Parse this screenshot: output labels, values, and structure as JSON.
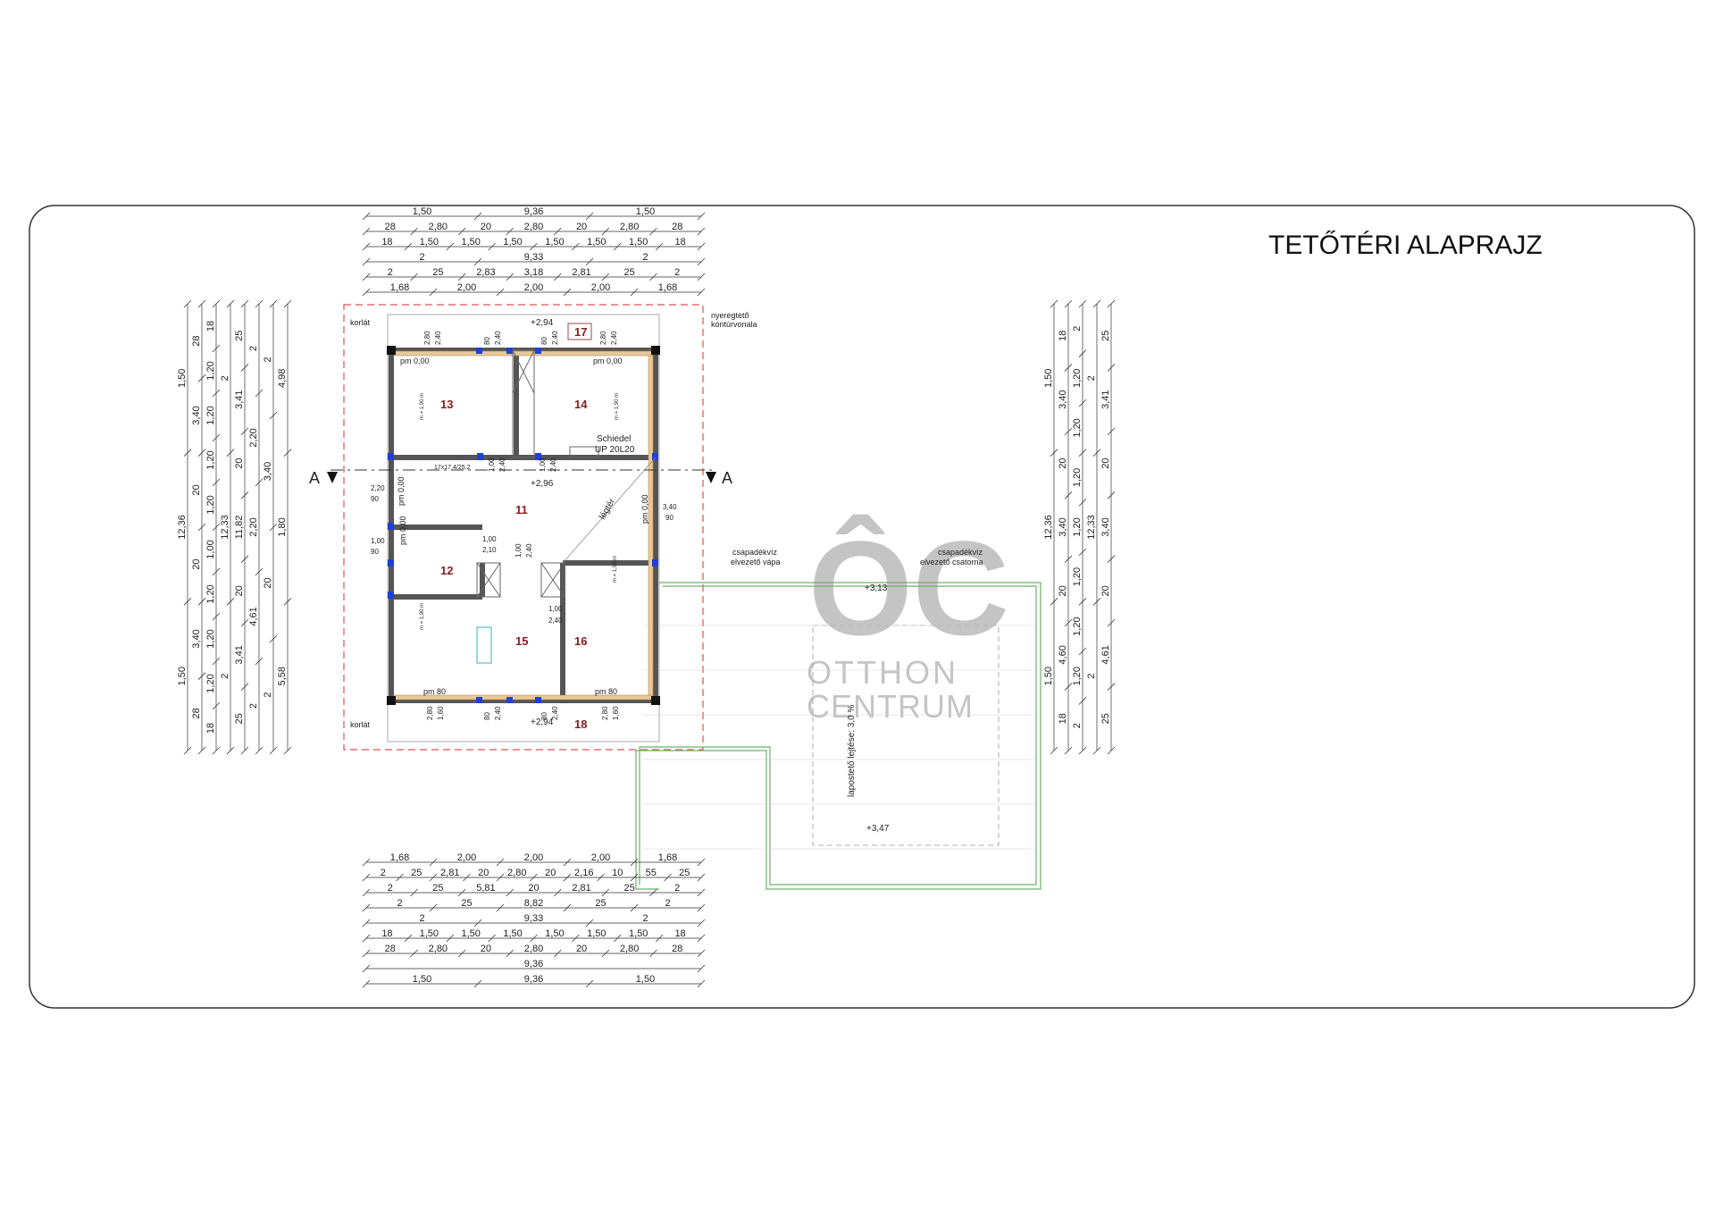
{
  "title": "TETŐTÉRI ALAPRAJZ",
  "watermark": {
    "logo": "ÔC",
    "line1": "OTTHON",
    "line2": "CENTRUM"
  },
  "rooms": [
    "13",
    "14",
    "17",
    "11",
    "12",
    "15",
    "16",
    "18"
  ],
  "labels": {
    "korlat": "korlát",
    "nyereg1": "nyeregtető",
    "nyereg2": "kontúrvonala",
    "schiedel1": "Schiedel",
    "schiedel2": "UP 20L20",
    "legter": "légtér",
    "vapa1": "csapadékvíz",
    "vapa2": "elvezető vápa",
    "csatorna1": "csapadékvíz",
    "csatorna2": "elvezető csatorna",
    "lejtes": "lapostető lejtése: 3,0 %",
    "section": "A",
    "flue": "17x17,4/25,2",
    "h_294": "+2,94",
    "h_296": "+2,96",
    "h_313": "+3,13",
    "h_347": "+3,47",
    "pm000": "pm 0,00",
    "pm80": "pm 80",
    "m190": "m = 1,90 m"
  },
  "dims_top": [
    [
      "1,50",
      "9,36",
      "1,50"
    ],
    [
      "28",
      "2,80",
      "20",
      "2,80",
      "20",
      "2,80",
      "28"
    ],
    [
      "18",
      "1,50",
      "1,50",
      "1,50",
      "1,50",
      "1,50",
      "1,50",
      "18"
    ],
    [
      "2",
      "9,33",
      "2"
    ],
    [
      "2",
      "25",
      "2,83",
      "3,18",
      "2,81",
      "25",
      "2"
    ],
    [
      "1,68",
      "2,00",
      "2,00",
      "2,00",
      "1,68"
    ]
  ],
  "dims_bottom": [
    [
      "1,68",
      "2,00",
      "2,00",
      "2,00",
      "1,68"
    ],
    [
      "2",
      "25",
      "2,81",
      "20",
      "2,80",
      "20",
      "2,16",
      "10",
      "55",
      "25"
    ],
    [
      "2",
      "25",
      "5,81",
      "20",
      "2,81",
      "25",
      "2"
    ],
    [
      "2",
      "25",
      "8,82",
      "25",
      "2"
    ],
    [
      "2",
      "9,33",
      "2"
    ],
    [
      "18",
      "1,50",
      "1,50",
      "1,50",
      "1,50",
      "1,50",
      "1,50",
      "18"
    ],
    [
      "28",
      "2,80",
      "20",
      "2,80",
      "20",
      "2,80",
      "28"
    ],
    [
      "9,36"
    ],
    [
      "1,50",
      "9,36",
      "1,50"
    ]
  ],
  "dims_left": [
    [
      "1,50",
      "12,36",
      "1,50"
    ],
    [
      "28",
      "3,40",
      "20",
      "20",
      "3,40",
      "28"
    ],
    [
      "18",
      "1,20",
      "1,20",
      "1,20",
      "1,20",
      "1,00",
      "1,20",
      "1,20",
      "1,20",
      "18"
    ],
    [
      "2",
      "12,33",
      "2"
    ],
    [
      "25",
      "3,41",
      "20",
      "11,82",
      "20",
      "3,41",
      "25"
    ],
    [
      "2",
      "2,20",
      "2,20",
      "4,61",
      "2"
    ],
    [
      "2",
      "3,40",
      "20",
      "2"
    ],
    [
      "4,98",
      "1,80",
      "5,58"
    ]
  ],
  "dims_right": [
    [
      "1,50",
      "12,36",
      "1,50"
    ],
    [
      "18",
      "3,40",
      "20",
      "3,40",
      "20",
      "4,60",
      "18"
    ],
    [
      "2",
      "1,20",
      "1,20",
      "1,20",
      "1,20",
      "1,20",
      "1,20",
      "1,20",
      "2"
    ],
    [
      "2",
      "12,33",
      "2"
    ],
    [
      "25",
      "3,41",
      "20",
      "3,40",
      "20",
      "4,61",
      "25"
    ]
  ],
  "openings": {
    "w1": "2,80",
    "w1b": "2,40",
    "w2": "80",
    "w2b": "2,40",
    "w3": "80",
    "w3b": "2,40",
    "w4": "2,80",
    "w4b": "2,40",
    "d1": "2,20",
    "d1b": "90",
    "d2": "1,00",
    "d2b": "90",
    "d3": "1,00",
    "d3b": "2,10",
    "d4": "1,00",
    "d4b": "2,40",
    "d5": "1,00",
    "d5b": "2,40",
    "d6": "1,00",
    "d6b": "2,40",
    "d7": "3,40",
    "d7b": "90",
    "d8": "1,00",
    "d8b": "2,40",
    "b1": "2,80",
    "b1b": "1,60",
    "b2": "80",
    "b2b": "2,40",
    "b3": "80",
    "b3b": "2,40",
    "b4": "2,80",
    "b4b": "1,60"
  },
  "colors": {
    "wall": "#555555",
    "window": "#1f3fd8",
    "dashed": "#e05050",
    "terrace": "#6ab06a",
    "wood": "#e8c89a"
  }
}
